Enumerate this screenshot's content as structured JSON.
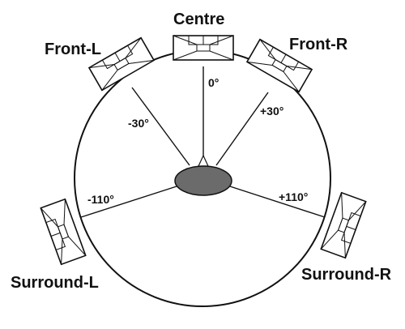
{
  "speakers": {
    "centre": "Centre",
    "front_left": "Front-L",
    "front_right": "Front-R",
    "surround_left": "Surround-L",
    "surround_right": "Surround-R"
  },
  "angles": {
    "centre": "0°",
    "front_left": "-30°",
    "front_right": "+30°",
    "surround_left": "-110°",
    "surround_right": "+110°"
  },
  "colors": {
    "line": "#111111",
    "listener_fill": "#6b6b6b",
    "background": "#ffffff"
  }
}
